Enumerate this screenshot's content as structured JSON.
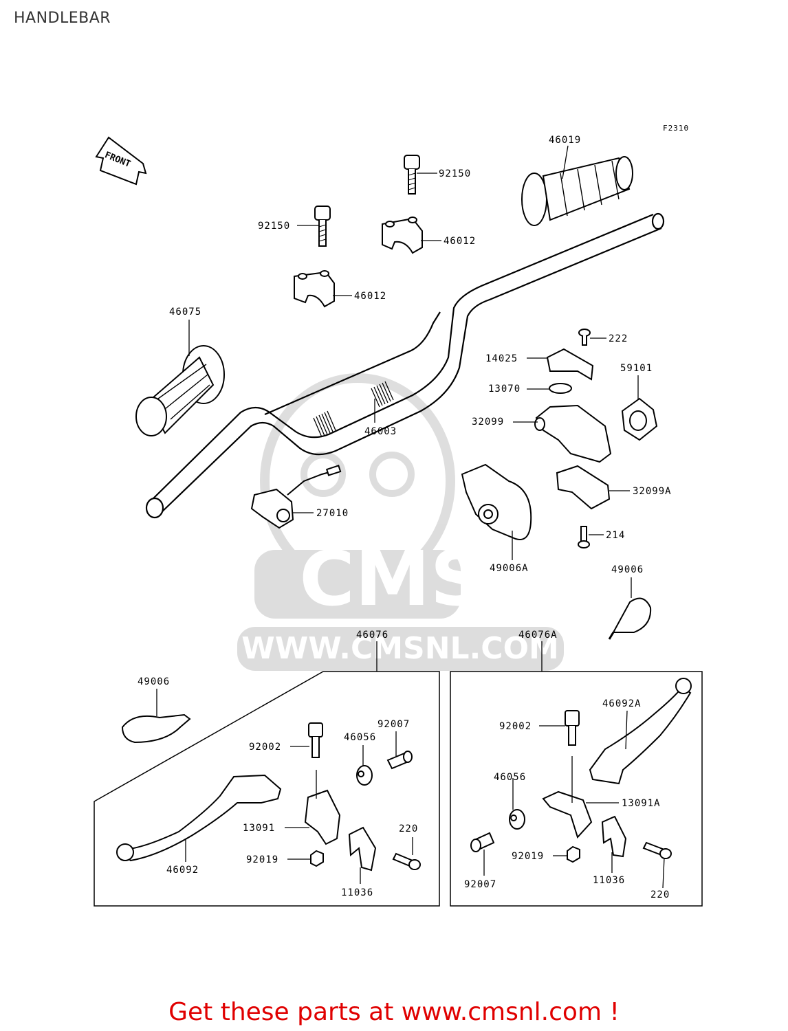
{
  "page": {
    "title": "HANDLEBAR",
    "figure_code": "F2310",
    "front_arrow": "FRONT",
    "footer": "Get these parts at www.cmsnl.com !",
    "watermark_brand": "CMS",
    "watermark_url": "WWW.CMSNL.COM"
  },
  "labels": {
    "l46019": "46019",
    "l92150a": "92150",
    "l92150b": "92150",
    "l46012a": "46012",
    "l46012b": "46012",
    "l46075": "46075",
    "l222": "222",
    "l14025": "14025",
    "l59101": "59101",
    "l13070": "13070",
    "l32099": "32099",
    "l46003": "46003",
    "l32099A": "32099A",
    "l27010": "27010",
    "l214": "214",
    "l49006A": "49006A",
    "l49006a": "49006",
    "l46076": "46076",
    "l46076A": "46076A",
    "l49006b": "49006",
    "l46092A": "46092A",
    "l92002a": "92002",
    "l92007a": "92007",
    "l46056a": "46056",
    "l92002b": "92002",
    "l46056b": "46056",
    "l13091A": "13091A",
    "l13091": "13091",
    "l220a": "220",
    "l92019a": "92019",
    "l46092": "46092",
    "l11036a": "11036",
    "l92019b": "92019",
    "l11036b": "11036",
    "l92007b": "92007",
    "l220b": "220"
  }
}
